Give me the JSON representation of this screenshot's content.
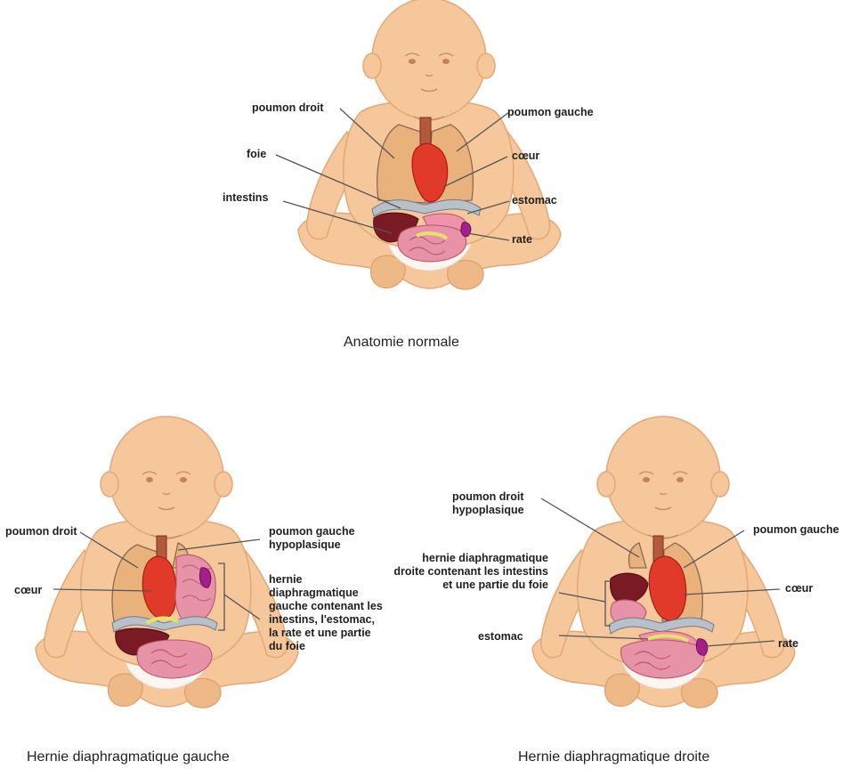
{
  "normal": {
    "title": "Anatomie normale",
    "labels": {
      "right_lung": "poumon droit",
      "left_lung": "poumon gauche",
      "liver": "foie",
      "heart": "cœur",
      "intestines": "intestins",
      "stomach": "estomac",
      "spleen": "rate"
    }
  },
  "left_hernia": {
    "title": "Hernie diaphragmatique gauche",
    "labels": {
      "right_lung": "poumon droit",
      "left_lung": "poumon gauche hypoplasique",
      "heart": "cœur",
      "hernia": "hernie diaphragmatique gauche contenant les intestins, l'estomac, la rate et une partie du foie"
    }
  },
  "right_hernia": {
    "title": "Hernie diaphragmatique droite",
    "labels": {
      "right_lung": "poumon droit hypoplasique",
      "left_lung": "poumon gauche",
      "hernia": "hernie diaphragmatique droite contenant les intestins et une partie du foie",
      "heart": "cœur",
      "stomach": "estomac",
      "spleen": "rate"
    }
  },
  "colors": {
    "skin": "#f6c79a",
    "lung": "#e9b27c",
    "heart": "#e23a2a",
    "liver": "#7a1a24",
    "intestines": "#e892a7",
    "spleen": "#a3208c",
    "diaphragm": "#b8c1c9"
  }
}
